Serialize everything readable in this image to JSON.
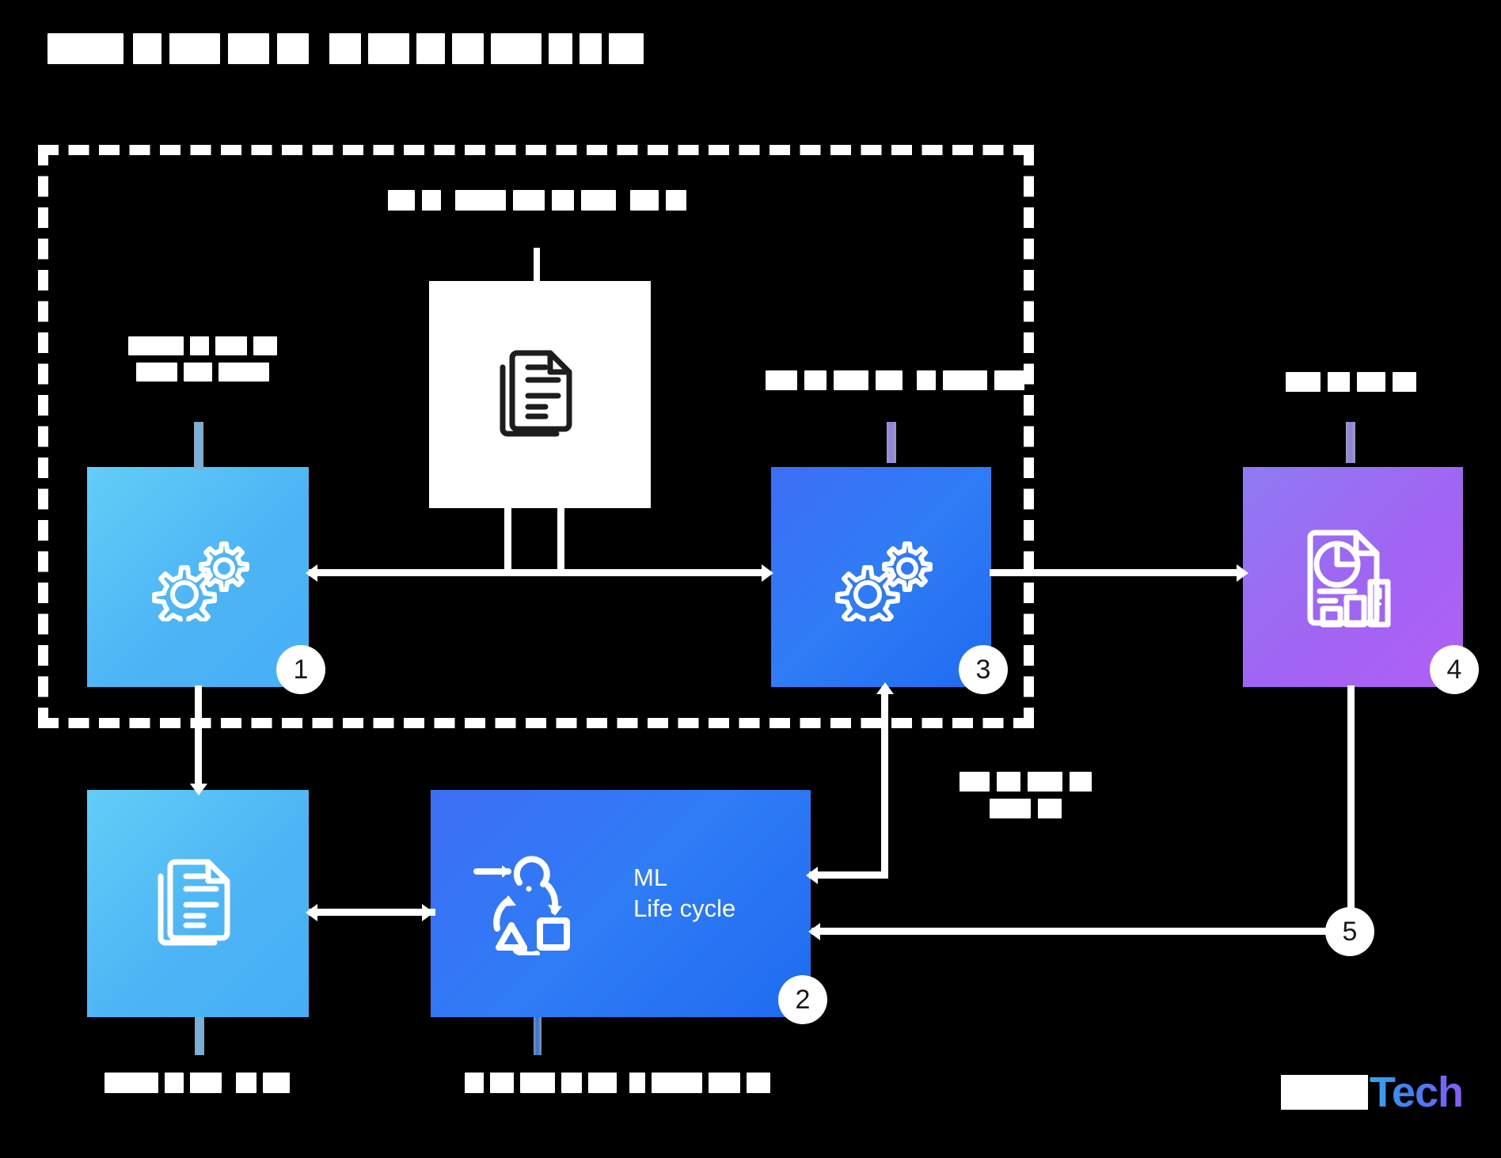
{
  "title": {
    "text_redacted": true,
    "words": [
      {
        "widths": [
          96,
          36,
          64,
          52,
          40
        ]
      },
      {
        "widths": [
          40,
          52,
          36,
          40,
          64,
          30,
          28,
          44,
          34,
          40
        ]
      }
    ]
  },
  "logo": {
    "brand_redacted": true,
    "suffix": "Tech",
    "gradient_from": "#35a8f0",
    "gradient_to": "#8b5cf6"
  },
  "dashed_region": {
    "label": "platform-boundary",
    "border_color": "#ffffff",
    "border_style": "dashed"
  },
  "nodes": [
    {
      "id": "node-1",
      "badge": "1",
      "icon": "gears-icon",
      "color": "#4db5f5",
      "style": "box-cyan",
      "label_redacted": true,
      "label_position": "above",
      "label_lines": [
        [
          70,
          24,
          40,
          30,
          20,
          28,
          34
        ],
        [
          52,
          36,
          64,
          40
        ]
      ]
    },
    {
      "id": "node-doc-input",
      "badge": "",
      "icon": "documents-icon",
      "color": "#ffffff",
      "style": "box-white",
      "label_redacted": true,
      "label_position": "above",
      "label_lines": [
        [
          34,
          24,
          64,
          40,
          28,
          44,
          36,
          26,
          30,
          20
        ]
      ]
    },
    {
      "id": "node-3",
      "badge": "3",
      "icon": "gears-icon",
      "color": "#2f7cf6",
      "style": "box-blue",
      "label_redacted": true,
      "label_position": "above",
      "label_lines": [
        [
          40,
          28,
          44,
          34,
          24,
          30,
          56,
          38,
          26
        ]
      ]
    },
    {
      "id": "node-4",
      "badge": "4",
      "icon": "report-chart-icon",
      "color": "#a164f3",
      "style": "box-purple",
      "label_redacted": true,
      "label_position": "above",
      "label_lines": [
        [
          44,
          28,
          36,
          30
        ]
      ]
    },
    {
      "id": "node-synthetic-data",
      "badge": "",
      "icon": "documents-icon",
      "color": "#4db5f5",
      "style": "box-cyan",
      "label_redacted": true,
      "label_position": "below",
      "label_lines": [
        [
          68,
          24,
          40,
          30,
          22,
          26,
          34,
          40
        ]
      ]
    },
    {
      "id": "node-2",
      "badge": "2",
      "icon": "ml-lifecycle-icon",
      "color": "#2f7cf6",
      "style": "box-blue",
      "text_line1": "ML",
      "text_line2": "Life cycle",
      "label_redacted": true,
      "label_position": "below",
      "label_lines": [
        [
          24,
          30,
          44,
          26,
          36,
          20,
          64,
          40,
          30,
          26
        ]
      ]
    }
  ],
  "floating_labels": [
    {
      "id": "label-feedback",
      "redacted": true,
      "lines": [
        [
          38,
          30,
          44,
          28
        ],
        [
          52,
          30
        ]
      ]
    }
  ],
  "badges": {
    "one": "1",
    "two": "2",
    "three": "3",
    "four": "4",
    "five": "5"
  },
  "connector_badges": [
    {
      "id": "connector-badge-5",
      "value": "5"
    }
  ]
}
